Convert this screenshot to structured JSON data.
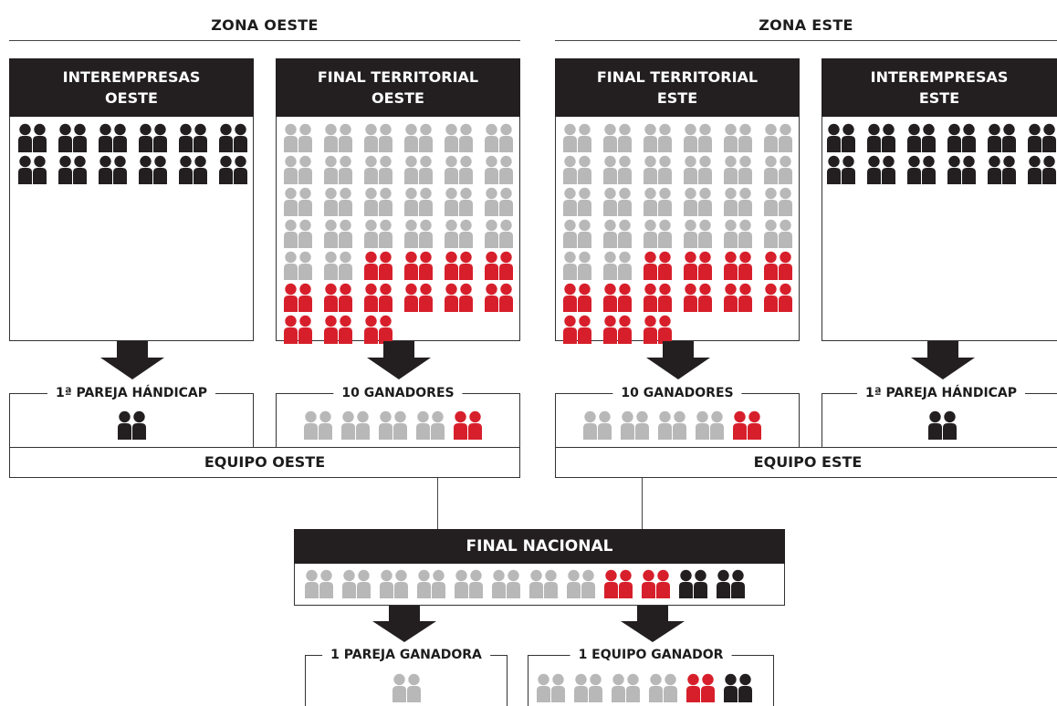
{
  "zones": {
    "west": {
      "title": "ZONA OESTE"
    },
    "east": {
      "title": "ZONA ESTE"
    }
  },
  "panels": {
    "interempresas_oeste": {
      "line1": "INTEREMPRESAS",
      "line2": "OESTE",
      "pairs": {
        "black": 12,
        "gray": 0,
        "red": 0
      }
    },
    "final_territorial_oeste": {
      "line1": "FINAL TERRITORIAL",
      "line2": "OESTE",
      "pairs": {
        "black": 0,
        "gray": 26,
        "red": 13
      }
    },
    "final_territorial_este": {
      "line1": "FINAL TERRITORIAL",
      "line2": "ESTE",
      "pairs": {
        "black": 0,
        "gray": 26,
        "red": 13
      }
    },
    "interempresas_este": {
      "line1": "INTEREMPRESAS",
      "line2": "ESTE",
      "pairs": {
        "black": 12,
        "gray": 0,
        "red": 0
      }
    }
  },
  "results": {
    "west_handicap": {
      "label": "1ª PAREJA HÁNDICAP",
      "pairs": {
        "black": 1,
        "gray": 0,
        "red": 0
      }
    },
    "west_winners": {
      "label": "10 GANADORES",
      "pairs": {
        "black": 0,
        "gray": 4,
        "red": 1
      }
    },
    "east_winners": {
      "label": "10 GANADORES",
      "pairs": {
        "black": 0,
        "gray": 4,
        "red": 1
      }
    },
    "east_handicap": {
      "label": "1ª PAREJA HÁNDICAP",
      "pairs": {
        "black": 1,
        "gray": 0,
        "red": 0
      }
    }
  },
  "teams": {
    "west": {
      "label": "EQUIPO OESTE"
    },
    "east": {
      "label": "EQUIPO ESTE"
    }
  },
  "final_nacional": {
    "title": "FINAL NACIONAL",
    "pairs": {
      "gray": 8,
      "red": 2,
      "black": 2
    }
  },
  "outcomes": {
    "pair_winner": {
      "label": "1 PAREJA GANADORA",
      "pairs": {
        "gray": 1,
        "red": 0,
        "black": 0
      }
    },
    "team_winner": {
      "label": "1 EQUIPO GANADOR",
      "pairs": {
        "gray": 4,
        "red": 1,
        "black": 1
      }
    }
  },
  "colors": {
    "black_figure": "#231f20",
    "gray_figure": "#b8b8b8",
    "red_figure": "#d71f2b",
    "header_bg": "#231f20"
  }
}
